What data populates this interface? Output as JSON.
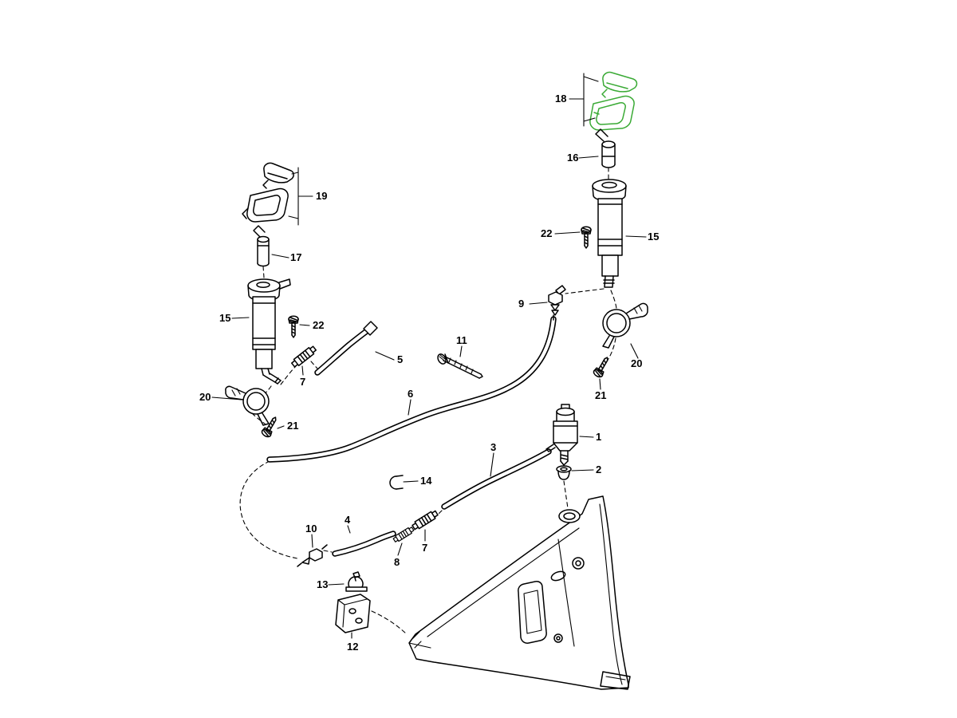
{
  "colors": {
    "background": "#ffffff",
    "line": "#000000",
    "highlight": "#3aaa35"
  },
  "callouts": [
    {
      "n": "18"
    },
    {
      "n": "16"
    },
    {
      "n": "15"
    },
    {
      "n": "22"
    },
    {
      "n": "9"
    },
    {
      "n": "20"
    },
    {
      "n": "21"
    },
    {
      "n": "19"
    },
    {
      "n": "17"
    },
    {
      "n": "15"
    },
    {
      "n": "22"
    },
    {
      "n": "7"
    },
    {
      "n": "5"
    },
    {
      "n": "20"
    },
    {
      "n": "21"
    },
    {
      "n": "11"
    },
    {
      "n": "6"
    },
    {
      "n": "14"
    },
    {
      "n": "1"
    },
    {
      "n": "2"
    },
    {
      "n": "3"
    },
    {
      "n": "7"
    },
    {
      "n": "8"
    },
    {
      "n": "4"
    },
    {
      "n": "10"
    },
    {
      "n": "13"
    },
    {
      "n": "12"
    }
  ]
}
